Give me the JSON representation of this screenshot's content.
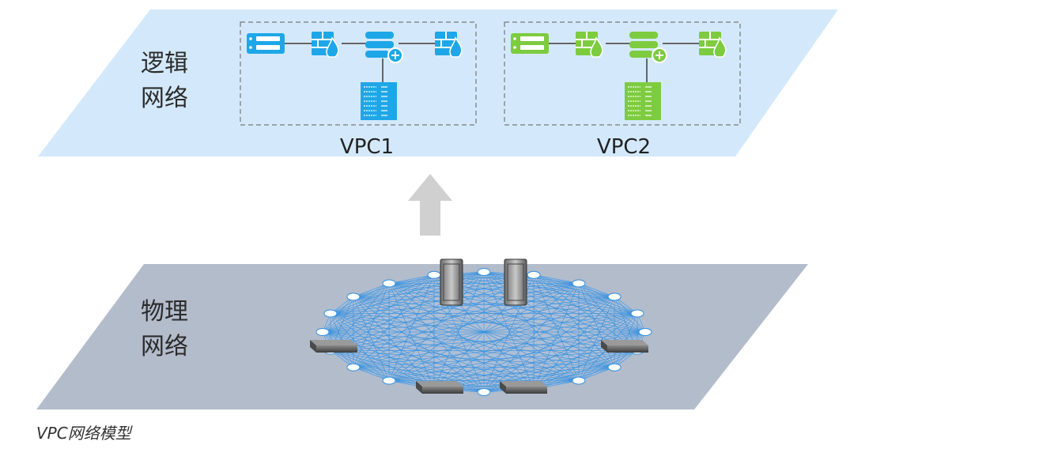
{
  "logical_layer": {
    "label_line1": "逻辑",
    "label_line2": "网络"
  },
  "physical_layer": {
    "label_line1": "物理",
    "label_line2": "网络"
  },
  "vpcs": [
    {
      "label": "VPC1",
      "color": "#1ea7e8"
    },
    {
      "label": "VPC2",
      "color": "#7dcc3f"
    }
  ],
  "caption": "VPC网络模型",
  "colors": {
    "logical_plane": "#d3e9fb",
    "physical_plane": "#b3bccb",
    "mesh": "#2f8fe0",
    "arrow": "#d0d0d0",
    "device": "#555555"
  }
}
